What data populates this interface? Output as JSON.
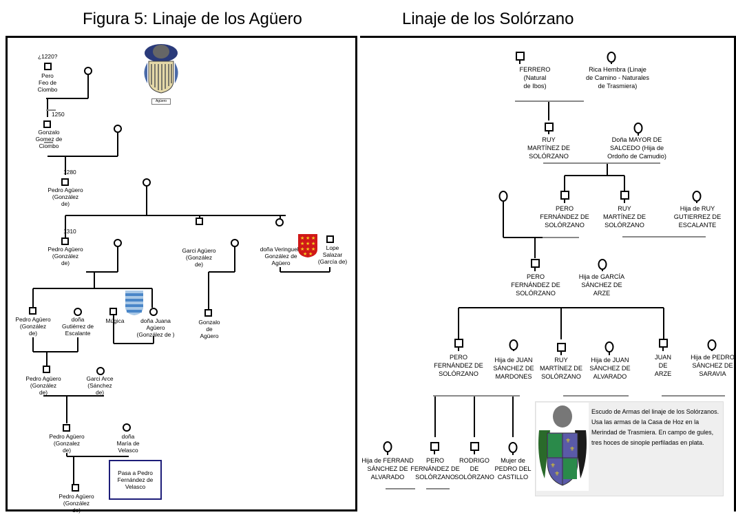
{
  "captions": {
    "left": "Figura 5: Linaje de los Agüero",
    "right": "Linaje de los Solórzano"
  },
  "colors": {
    "line": "#000000",
    "gray_line": "#888888",
    "box_border": "#1c1c78",
    "shield_red": "#d01818",
    "shield_blue": "#4a86c8"
  },
  "left_tree": {
    "years": [
      "¿1220?",
      "1250",
      "1280",
      "1310"
    ],
    "crest_label": "Agüero",
    "people": {
      "pero_feo": "Pero\nFeo de\nCiombo",
      "gonzalo_gomez": "Gonzalo\nGomez de\nCiombo",
      "pedro1": "Pedro Agüero\n(González\nde)",
      "pedro2": "Pedro Agüero\n(González\nde)",
      "garci": "Garci Agüero\n(González\nde)",
      "veringuela": "doña Veringuela\nGonzález de\nAgüero",
      "lope": "Lope\nSalazar\n(García de)",
      "gonzalo2": "Gonzalo\nde\nAgüero",
      "pedro3": "Pedro Agüero\n(González\nde)",
      "dona_gutierrez": "doña\nGutiérrez de\nEscalante",
      "mugica": "Múgica",
      "juana": "doña Juana\nAgüero\n(González de )",
      "pedro4": "Pedro Agüero\n(González\nde)",
      "garci_arce": "Garci Arce\n(Sánchez\nde)",
      "pedro5": "Pedro Agüero\n(Gonzalez\nde)",
      "maria": "doña\nMaría de\nVelasco",
      "pedro6": "Pedro Agüero\n(González\nde)"
    },
    "pass_box": "Pasa a Pedro\nFernández de\nVelasco"
  },
  "right_tree": {
    "people": {
      "ferrero": "FERRERO\n(Natural\nde Ibos)",
      "rica": "Rica Hembra (Linaje\nde Camino - Naturales\nde Trasmiera)",
      "ruy1": "RUY\nMARTÍNEZ DE\nSOLÓRZANO",
      "mayor": "Doña MAYOR DE\nSALCEDO  (Hija de\nOrdoño de Camudio)",
      "pero1": "PERO\nFERNÁNDEZ DE\nSOLÓRZANO",
      "ruy2": "RUY\nMARTÍNEZ DE\nSOLÓRZANO",
      "hija_ruy": "Hija de RUY\nGUTIERREZ DE\nESCALANTE",
      "pero2": "PERO\nFERNÁNDEZ DE\nSOLÓRZANO",
      "hija_garcia": "Hija de GARCÍA\nSÁNCHEZ DE\nARZE",
      "pero3": "PERO\nFERNÁNDEZ DE\nSOLÓRZANO",
      "hija_juan_s": "Hija de JUAN\nSÁNCHEZ DE\nMARDONES",
      "ruy3": "RUY\nMARTÍNEZ DE\nSOLÓRZANO",
      "hija_juan_a": "Hija de JUAN\nSÁNCHEZ DE\nALVARADO",
      "juan_arze": "JUAN\nDE\nARZE",
      "hija_pedro": "Hija de PEDRO\nSÁNCHEZ DE\nSARAVIA",
      "hija_ferrand": "Hija de FERRAND\nSÁNCHEZ DE\nALVARADO",
      "pero4": "PERO\nFERNÁNDEZ DE\nSOLÓRZANO",
      "rodrigo": "RODRIGO\nDE\nSOLÓRZANO",
      "mujer": "Mujer de\nPEDRO DEL\nCASTILLO"
    },
    "description": "Escudo de Armas del linaje de los Solórzanos. Usa las armas de la Casa de Hoz en la Merindad de Trasmiera. En campo de gules, tres hoces de sinople perfiladas en plata."
  }
}
